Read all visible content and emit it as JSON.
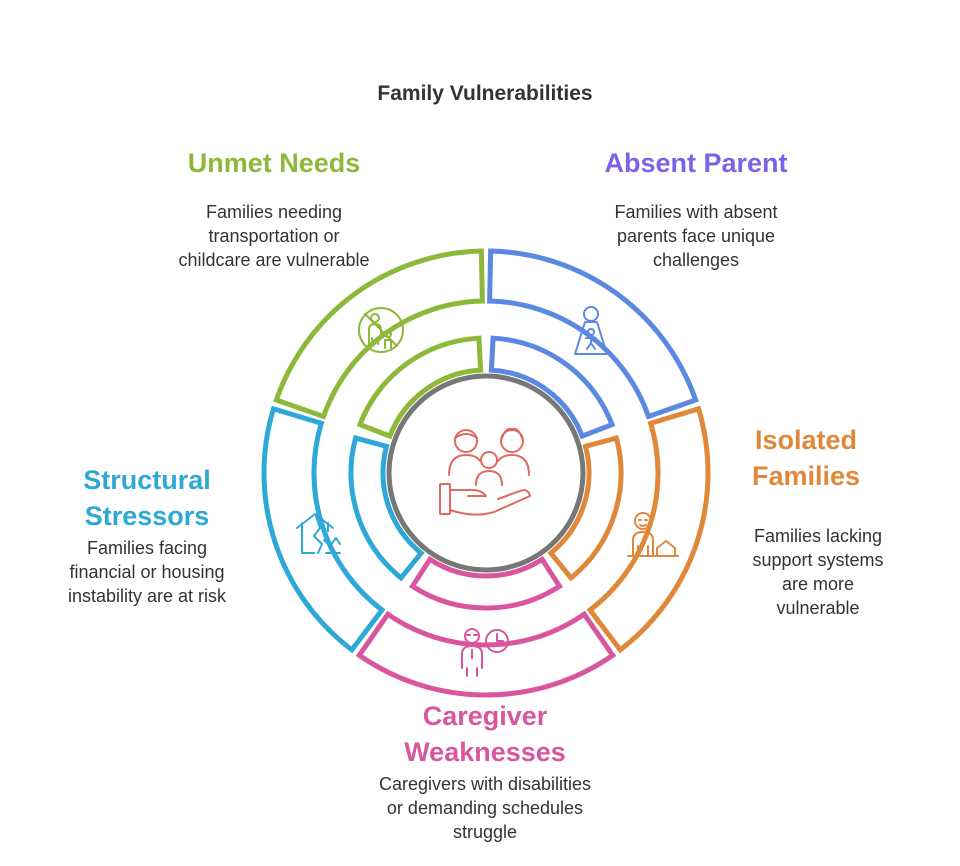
{
  "title": "Family Vulnerabilities",
  "segments": [
    {
      "key": "absent",
      "title": "Absent Parent",
      "desc_lines": [
        "Families with absent",
        "parents face unique",
        "challenges"
      ],
      "color": "#5B88E0",
      "icon": "child-in-frame-icon"
    },
    {
      "key": "isolated",
      "title_lines": [
        "Isolated",
        "Families"
      ],
      "desc_lines": [
        "Families lacking",
        "support systems",
        "are more",
        "vulnerable"
      ],
      "color": "#E0883A",
      "icon": "person-with-house-icon"
    },
    {
      "key": "caregiver",
      "title_lines": [
        "Caregiver",
        "Weaknesses"
      ],
      "desc_lines": [
        "Caregivers with disabilities",
        "or demanding schedules",
        "struggle"
      ],
      "color": "#D9569E",
      "icon": "person-with-clock-icon"
    },
    {
      "key": "structural",
      "title_lines": [
        "Structural",
        "Stressors"
      ],
      "desc_lines": [
        "Families facing",
        "financial or housing",
        "instability are at risk"
      ],
      "color": "#2EA8D6",
      "icon": "cracked-house-icon"
    },
    {
      "key": "unmet",
      "title": "Unmet Needs",
      "desc_lines": [
        "Families needing",
        "transportation or",
        "childcare are vulnerable"
      ],
      "color": "#8DB83A",
      "icon": "no-parent-child-icon"
    }
  ],
  "center": {
    "color": "#777777",
    "icon": "family-in-hand-icon",
    "icon_color": "#E06A60"
  }
}
